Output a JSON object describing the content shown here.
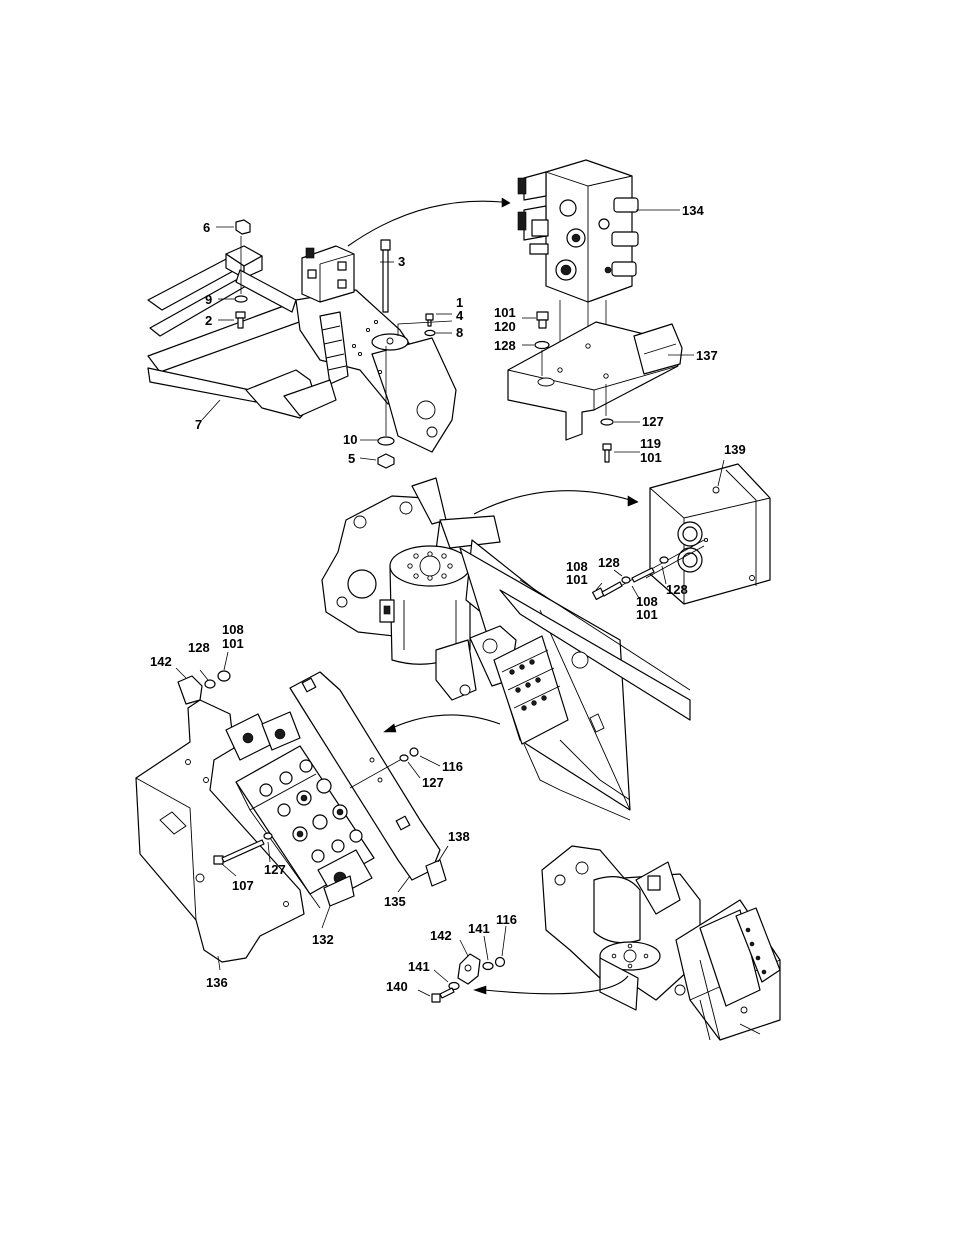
{
  "diagram": {
    "callouts": [
      {
        "id": "c6",
        "text": "6"
      },
      {
        "id": "c3",
        "text": "3"
      },
      {
        "id": "c9",
        "text": "9"
      },
      {
        "id": "c2",
        "text": "2"
      },
      {
        "id": "c1",
        "text": "1"
      },
      {
        "id": "c4",
        "text": "4"
      },
      {
        "id": "c8",
        "text": "8"
      },
      {
        "id": "c7",
        "text": "7"
      },
      {
        "id": "c10",
        "text": "10"
      },
      {
        "id": "c5",
        "text": "5"
      },
      {
        "id": "c134",
        "text": "134"
      },
      {
        "id": "c101a",
        "text": "101"
      },
      {
        "id": "c120",
        "text": "120"
      },
      {
        "id": "c128a",
        "text": "128"
      },
      {
        "id": "c137",
        "text": "137"
      },
      {
        "id": "c127a",
        "text": "127"
      },
      {
        "id": "c119",
        "text": "119"
      },
      {
        "id": "c101b",
        "text": "101"
      },
      {
        "id": "c139",
        "text": "139"
      },
      {
        "id": "c108a",
        "text": "108"
      },
      {
        "id": "c101c",
        "text": "101"
      },
      {
        "id": "c128b",
        "text": "128"
      },
      {
        "id": "c128c",
        "text": "128"
      },
      {
        "id": "c108b",
        "text": "108"
      },
      {
        "id": "c101d",
        "text": "101"
      },
      {
        "id": "c108c",
        "text": "108"
      },
      {
        "id": "c101e",
        "text": "101"
      },
      {
        "id": "c128d",
        "text": "128"
      },
      {
        "id": "c142a",
        "text": "142"
      },
      {
        "id": "c116a",
        "text": "116"
      },
      {
        "id": "c127b",
        "text": "127"
      },
      {
        "id": "c138",
        "text": "138"
      },
      {
        "id": "c107",
        "text": "107"
      },
      {
        "id": "c127c",
        "text": "127"
      },
      {
        "id": "c135",
        "text": "135"
      },
      {
        "id": "c132",
        "text": "132"
      },
      {
        "id": "c136",
        "text": "136"
      },
      {
        "id": "c142b",
        "text": "142"
      },
      {
        "id": "c141a",
        "text": "141"
      },
      {
        "id": "c116b",
        "text": "116"
      },
      {
        "id": "c141b",
        "text": "141"
      },
      {
        "id": "c140",
        "text": "140"
      }
    ]
  }
}
